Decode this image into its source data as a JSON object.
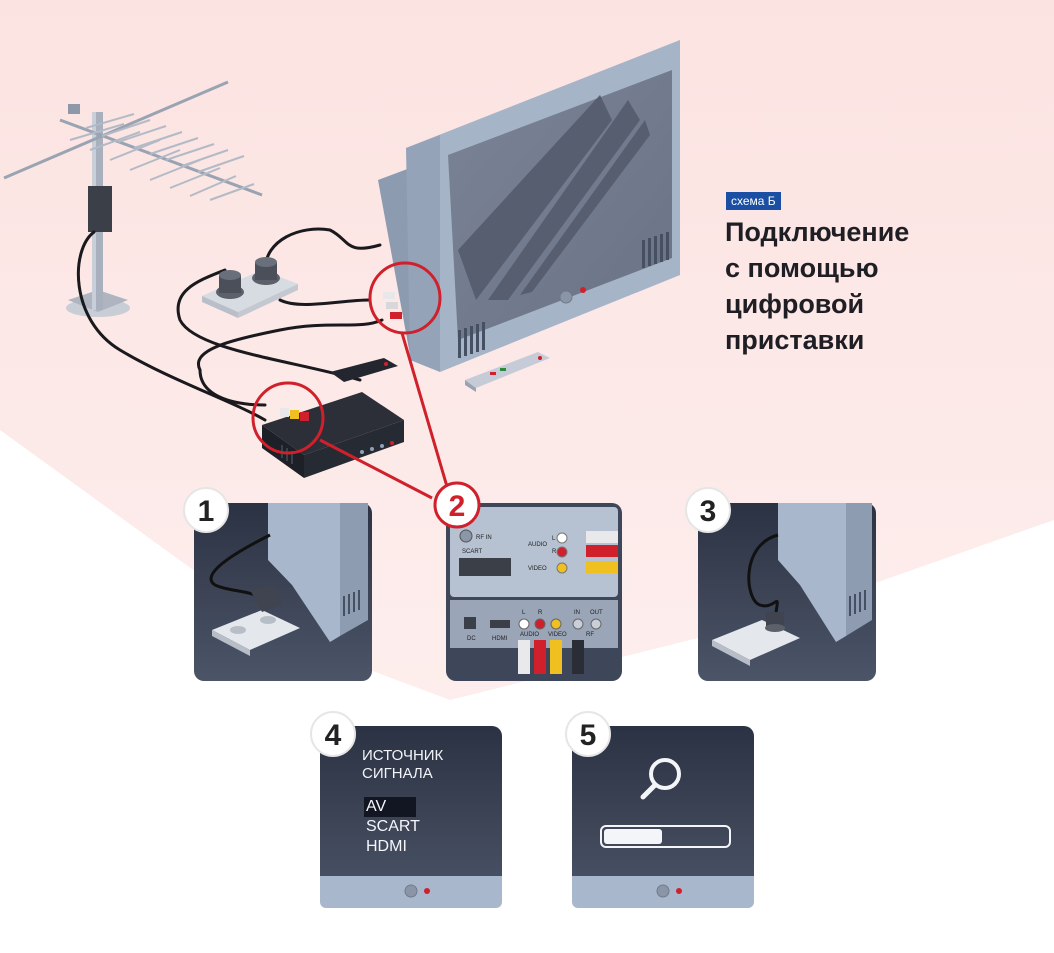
{
  "tag": "схема Б",
  "title_lines": [
    "Подключение",
    "с помощью",
    "цифровой",
    "приставки"
  ],
  "steps": [
    {
      "number": "1"
    },
    {
      "number": "2"
    },
    {
      "number": "3"
    },
    {
      "number": "4",
      "menu_title": [
        "ИСТОЧНИК",
        "СИГНАЛА"
      ],
      "options": [
        "AV",
        "SCART",
        "HDMI"
      ],
      "selected": "AV"
    },
    {
      "number": "5",
      "progress": 0.47
    }
  ],
  "panel2": {
    "tv_labels": {
      "rf_in": "RF IN",
      "scart": "SCART",
      "audio": "AUDIO",
      "video": "VIDEO",
      "l": "L",
      "r": "R"
    },
    "box_labels": {
      "dc": "DC",
      "hdmi": "HDMI",
      "l": "L",
      "r": "R",
      "audio": "AUDIO",
      "video": "VIDEO",
      "in": "IN",
      "out": "OUT",
      "rf": "RF"
    }
  },
  "colors": {
    "accent_red": "#d0202b",
    "tag_blue": "#1a4fa3",
    "tv_blue": "#a9b7cc",
    "panel_dark": "#3e4759",
    "bg_pink": "#fbe6e6"
  }
}
